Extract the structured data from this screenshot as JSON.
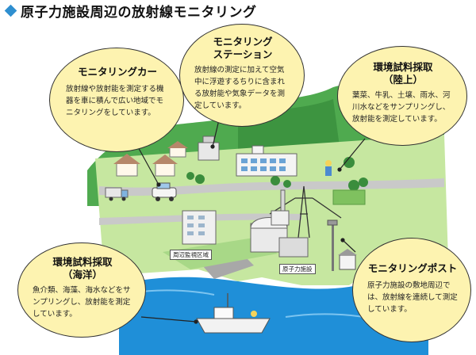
{
  "title": "原子力施設周辺の放射線モニタリング",
  "colors": {
    "accent": "#2f8fd0",
    "bubble": "#fdf3b0",
    "sea": "#1f8fd8",
    "grass": "#9fd37a"
  },
  "bubbles": {
    "car": {
      "heading": "モニタリングカー",
      "text": "放射線や放射能を測定する機器を車に積んで広い地域でモニタリングをしています。"
    },
    "station": {
      "heading1": "モニタリング",
      "heading2": "ステーション",
      "text": "放射線の測定に加えて空気中に浮遊するちりに含まれる放射能や気象データを測定しています。"
    },
    "land": {
      "heading1": "環境試料採取",
      "heading2": "（陸上）",
      "text": "葉菜、牛乳、土壌、雨水、河川水などをサンプリングし、放射能を測定しています。"
    },
    "sea": {
      "heading1": "環境試料採取",
      "heading2": "（海洋）",
      "text": "魚介類、海藻、海水などをサンプリングし、放射能を測定しています。"
    },
    "post": {
      "heading": "モニタリングポスト",
      "text": "原子力施設の敷地周辺では、放射線を連続して測定しています。"
    }
  },
  "labels": {
    "surrounding": "周辺監視区域",
    "facility": "原子力施設"
  }
}
